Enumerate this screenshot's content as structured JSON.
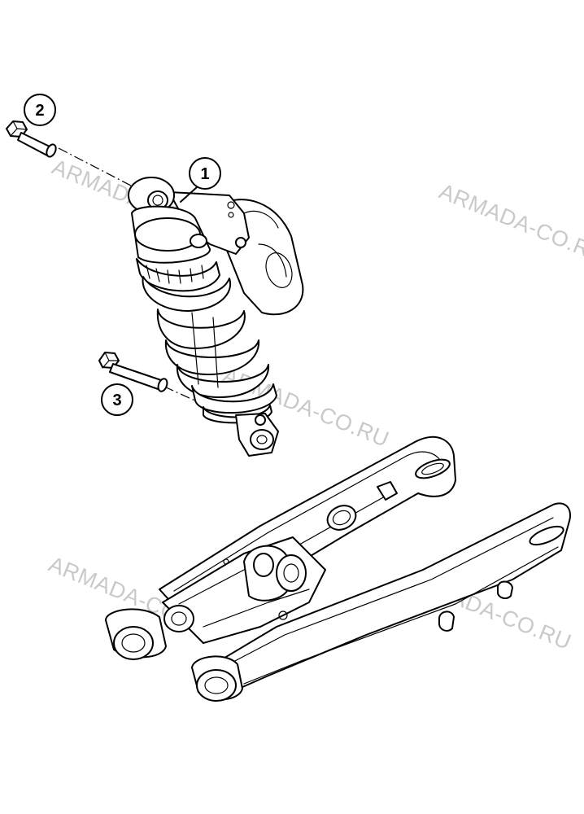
{
  "watermark": "ARMADA-CO.RU",
  "callouts": [
    {
      "id": "callout-1",
      "label": "1"
    },
    {
      "id": "callout-2",
      "label": "2"
    },
    {
      "id": "callout-3",
      "label": "3"
    }
  ],
  "parts": {
    "shock_absorber": "shock-absorber-icon",
    "swingarm": "swingarm-icon",
    "upper_bolt": "upper-mounting-bolt-icon",
    "lower_bolt": "lower-mounting-bolt-icon"
  },
  "colors": {
    "line": "#000000",
    "watermark": "#c9c9c9",
    "background": "#ffffff"
  }
}
